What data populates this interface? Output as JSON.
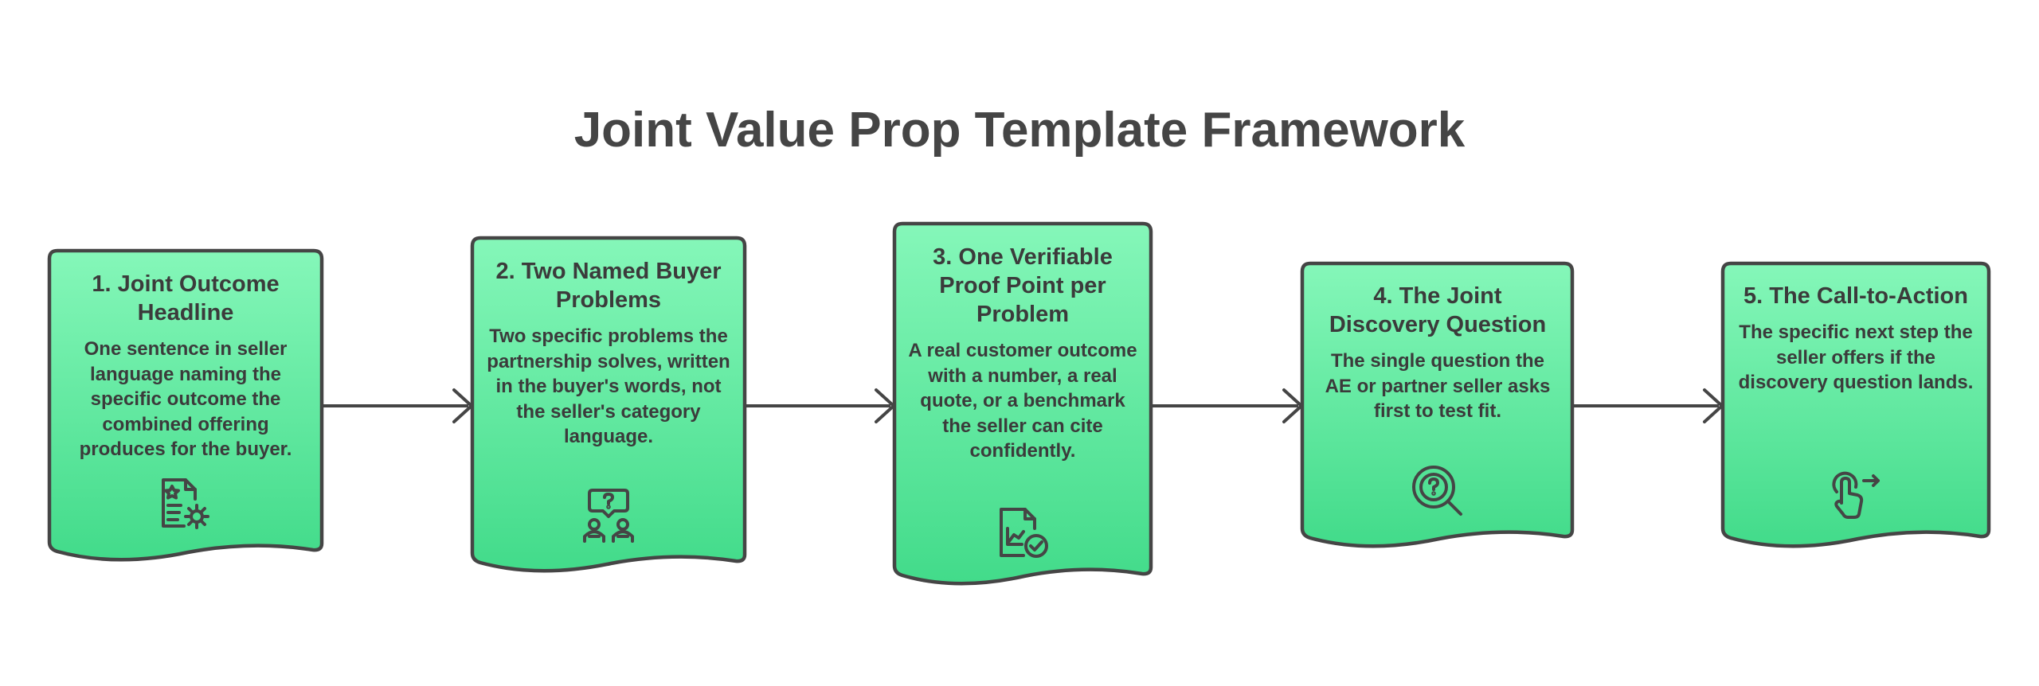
{
  "title": "Joint Value Prop Template Framework",
  "colors": {
    "card_fill_top": "#85f7b9",
    "card_fill_bottom": "#42db8a",
    "outline": "#454545",
    "text": "#3b3b3b"
  },
  "steps": [
    {
      "title": "1. Joint Outcome Headline",
      "description": "One sentence in seller language naming the specific outcome the combined offering produces for the buyer.",
      "icon": "document-settings-icon"
    },
    {
      "title": "2. Two Named Buyer Problems",
      "description": "Two specific problems the partnership solves, written in the buyer's words, not the seller's category language.",
      "icon": "people-question-icon"
    },
    {
      "title": "3. One Verifiable Proof Point per Problem",
      "description": "A real customer outcome with a number, a real quote, or a benchmark the seller can cite confidently.",
      "icon": "verified-report-icon"
    },
    {
      "title": "4. The Joint Discovery Question",
      "description": "The single question the AE or partner seller asks first to test fit.",
      "icon": "question-search-icon"
    },
    {
      "title": "5. The Call-to-Action",
      "description": "The specific next step the seller offers if the discovery question lands.",
      "icon": "tap-next-icon"
    }
  ]
}
